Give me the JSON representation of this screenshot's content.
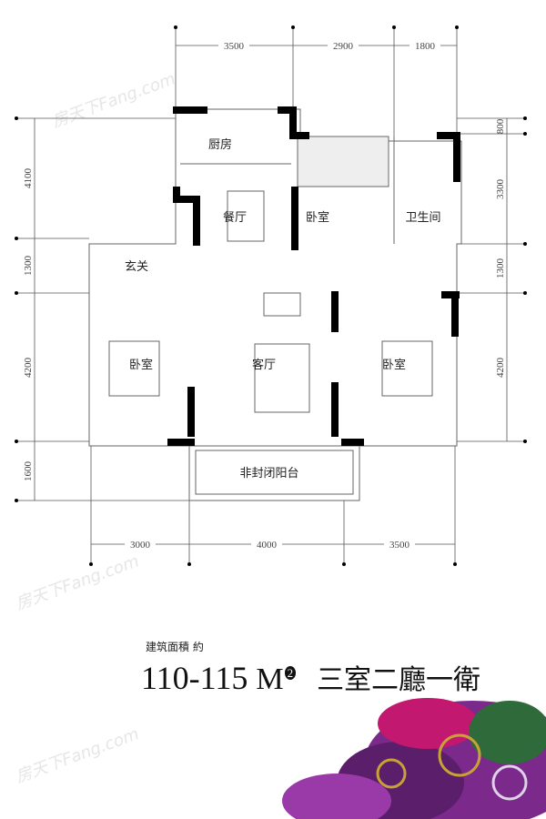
{
  "dimensions": {
    "top": [
      "3500",
      "2900",
      "1800"
    ],
    "left": [
      "4100",
      "1300",
      "4200",
      "1600"
    ],
    "right": [
      "800",
      "3300",
      "1300",
      "4200"
    ],
    "bottom": [
      "3000",
      "4000",
      "3500"
    ]
  },
  "rooms": {
    "kitchen": "厨房",
    "dining": "餐厅",
    "bedroom_top": "卧室",
    "bathroom": "卫生间",
    "foyer": "玄关",
    "bedroom_left": "卧室",
    "living": "客厅",
    "bedroom_right": "卧室",
    "balcony": "非封闭阳台"
  },
  "info": {
    "area_label": "建筑面積 約",
    "area_value": "110-115",
    "area_unit": "M",
    "area_sup": "2",
    "layout": "三室二廳一衛"
  },
  "watermark": "房天下Fang.com",
  "colors": {
    "wall": "#000000",
    "cloud_purple": "#7b2a8c",
    "cloud_green": "#2f6b3a",
    "cloud_magenta": "#c2186f",
    "cloud_gold": "#c9a236"
  }
}
